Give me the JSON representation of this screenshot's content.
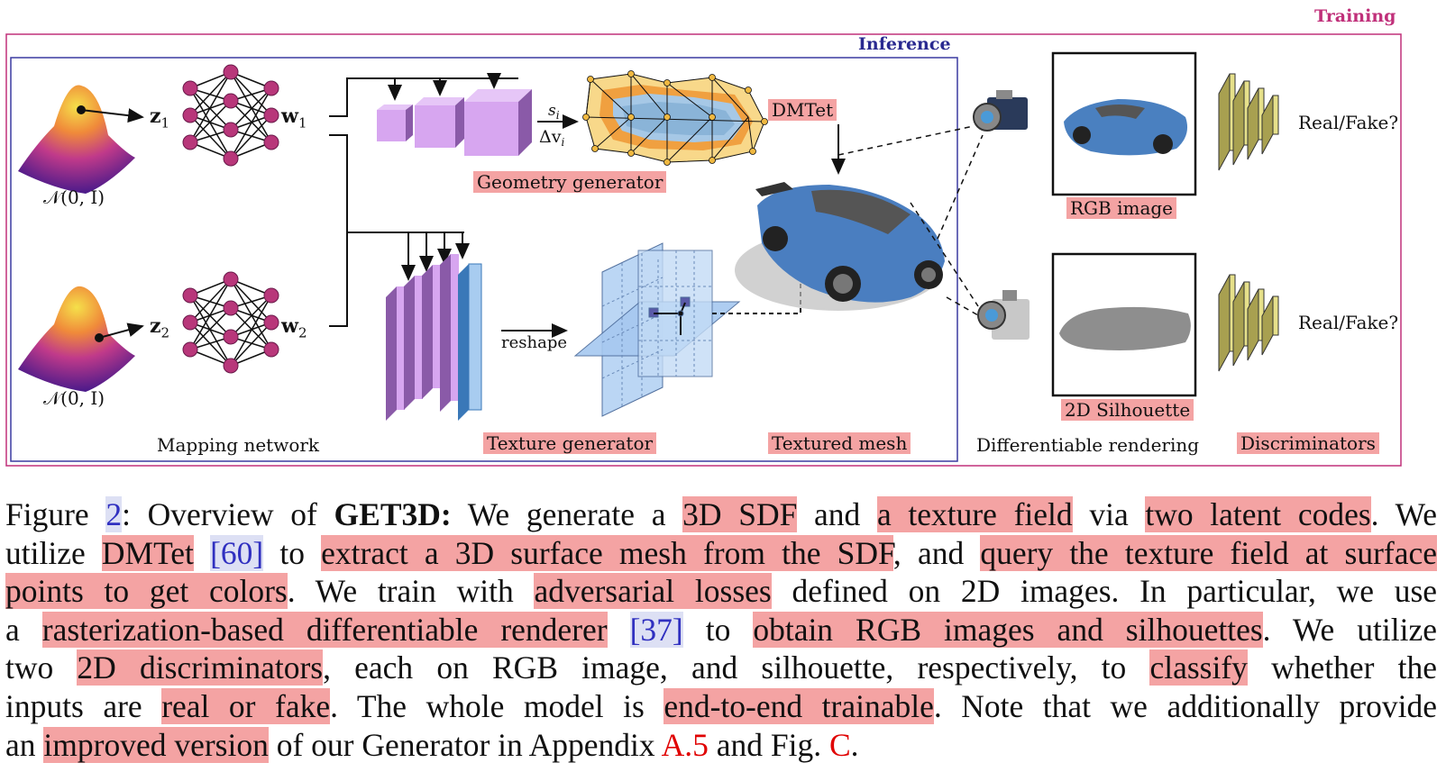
{
  "figure": {
    "training_label": "Training",
    "inference_label": "Inference",
    "noise_label_1": "𝒩(0, I)",
    "noise_label_2": "𝒩(0, I)",
    "z1": "z",
    "z1_sub": "1",
    "z2": "z",
    "z2_sub": "2",
    "w1": "w",
    "w1_sub": "1",
    "w2": "w",
    "w2_sub": "2",
    "si": "s",
    "si_sub": "i",
    "dv": "Δv",
    "dv_sub": "i",
    "dmtet": "DMTet",
    "geometry_generator": "Geometry generator",
    "reshape": "reshape",
    "rgb_image": "RGB image",
    "silhouette": "2D Silhouette",
    "real_fake_1": "Real/Fake?",
    "real_fake_2": "Real/Fake?",
    "mapping_network": "Mapping network",
    "texture_generator": "Texture generator",
    "textured_mesh": "Textured mesh",
    "differentiable_rendering": "Differentiable rendering",
    "discriminators": "Discriminators",
    "colors": {
      "training_border": "#c0307a",
      "inference_border": "#3a3aa0",
      "highlight": "#f4a3a3",
      "neuron": "#b8377a",
      "cube": "#d7a6f0",
      "disc": "#e6e08a"
    }
  },
  "caption": {
    "l1_a": "Figure ",
    "l1_ref": "2",
    "l1_b": ": Overview of ",
    "l1_bold": "GET3D:",
    "l1_c": " We generate a ",
    "l1_h1": "3D SDF",
    "l1_d": " and ",
    "l1_h2": "a texture field",
    "l1_e": " via ",
    "l1_h3": "two latent codes",
    "l1_f": ". We",
    "l2_a": "utilize ",
    "l2_h1": "DMTet",
    "l2_sp": " ",
    "l2_cite": "[60]",
    "l2_b": " to ",
    "l2_h2": "extract a 3D surface mesh from the SDF",
    "l2_c": ", and ",
    "l2_h3": "query the texture field at surface",
    "l3_h1": "points to get colors",
    "l3_a": ". We train with ",
    "l3_h2": "adversarial losses",
    "l3_b": " defined on 2D images. In particular, we use",
    "l4_a": "a ",
    "l4_h1": "rasterization-based differentiable renderer",
    "l4_sp": " ",
    "l4_cite": "[37]",
    "l4_b": " to ",
    "l4_h2": "obtain RGB images and silhouettes",
    "l4_c": ". We utilize",
    "l5_a": "two ",
    "l5_h1": "2D discriminators",
    "l5_b": ", each on RGB image, and silhouette, respectively, to ",
    "l5_h2": "classify",
    "l5_c": " whether the",
    "l6_a": "inputs are ",
    "l6_h1": "real or fake",
    "l6_b": ". The whole model is ",
    "l6_h2": "end-to-end trainable",
    "l6_c": ". Note that we additionally provide",
    "l7_a": "an ",
    "l7_h1": "improved version",
    "l7_b": " of our Generator in Appendix ",
    "l7_r1": "A.5",
    "l7_c": " and Fig. ",
    "l7_r2": "C",
    "l7_d": "."
  }
}
